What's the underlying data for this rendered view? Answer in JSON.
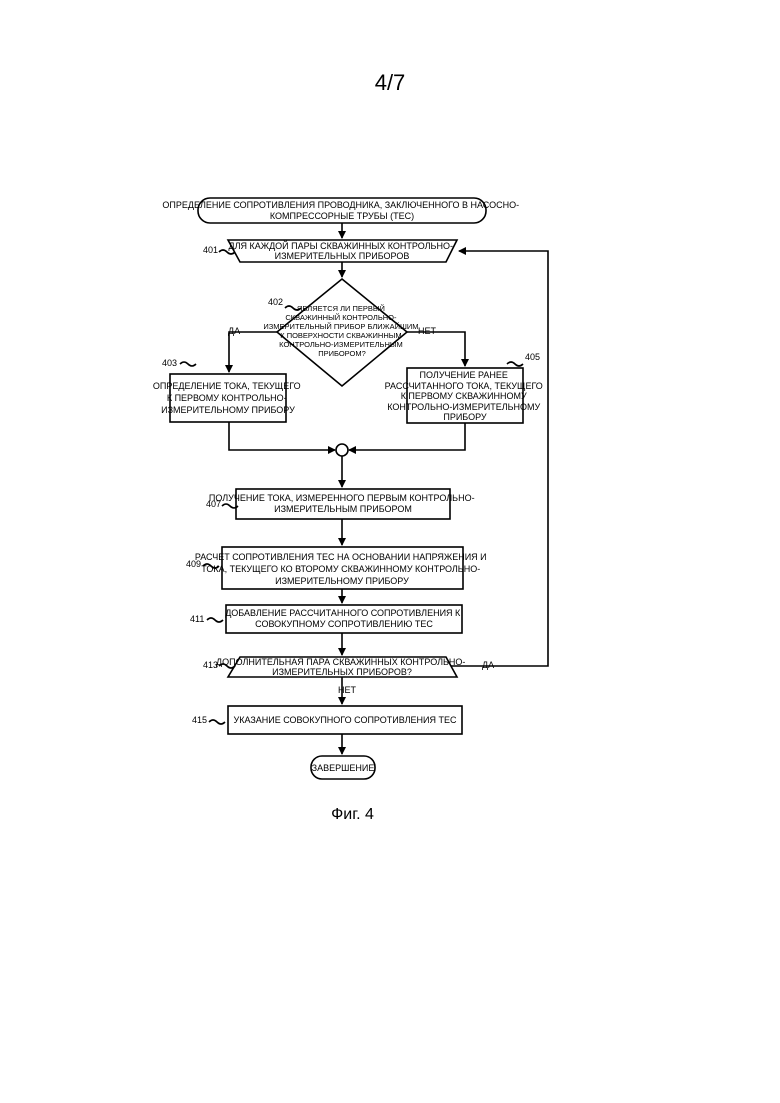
{
  "page_number": "4/7",
  "figure_caption": "Фиг. 4",
  "nodes": {
    "start": [
      "ОПРЕДЕЛЕНИЕ СОПРОТИВЛЕНИЯ ПРОВОДНИКА, ЗАКЛЮЧЕННОГО В НАСОСНО-",
      "КОМПРЕССОРНЫЕ ТРУБЫ (ТЕС)"
    ],
    "loop_start": [
      "ДЛЯ КАЖДОЙ ПАРЫ СКВАЖИННЫХ КОНТРОЛЬНО-",
      "ИЗМЕРИТЕЛЬНЫХ ПРИБОРОВ"
    ],
    "decision": [
      "ЯВЛЯЕТСЯ ЛИ ПЕРВЫЙ",
      "СКВАЖИННЫЙ КОНТРОЛЬНО-",
      "ИЗМЕРИТЕЛЬНЫЙ ПРИБОР БЛИЖАЙШИМ",
      "К ПОВЕРХНОСТИ СКВАЖИННЫМ",
      "КОНТРОЛЬНО-ИЗМЕРИТЕЛЬНЫМ",
      "ПРИБОРОМ?"
    ],
    "determine_current": [
      "ОПРЕДЕЛЕНИЕ ТОКА, ТЕКУЩЕГО",
      "К ПЕРВОМУ КОНТРОЛЬНО-",
      "ИЗМЕРИТЕЛЬНОМУ ПРИБОРУ"
    ],
    "get_previous": [
      "ПОЛУЧЕНИЕ РАНЕЕ",
      "РАССЧИТАННОГО ТОКА, ТЕКУЩЕГО",
      "К ПЕРВОМУ СКВАЖИННОМУ",
      "КОНТРОЛЬНО-ИЗМЕРИТЕЛЬНОМУ",
      "ПРИБОРУ"
    ],
    "get_measured": [
      "ПОЛУЧЕНИЕ ТОКА, ИЗМЕРЕННОГО ПЕРВЫМ КОНТРОЛЬНО-",
      "ИЗМЕРИТЕЛЬНЫМ ПРИБОРОМ"
    ],
    "calc": [
      "РАСЧЕТ СОПРОТИВЛЕНИЯ ТЕС НА ОСНОВАНИИ НАПРЯЖЕНИЯ И",
      "ТОКА, ТЕКУЩЕГО КО ВТОРОМУ СКВАЖИННОМУ КОНТРОЛЬНО-",
      "ИЗМЕРИТЕЛЬНОМУ ПРИБОРУ"
    ],
    "add": [
      "ДОБАВЛЕНИЕ РАССЧИТАННОГО СОПРОТИВЛЕНИЯ К",
      "СОВОКУПНОМУ СОПРОТИВЛЕНИЮ ТЕС"
    ],
    "loop_end": [
      "ДОПОЛНИТЕЛЬНАЯ ПАРА СКВАЖИННЫХ КОНТРОЛЬНО-",
      "ИЗМЕРИТЕЛЬНЫХ ПРИБОРОВ?"
    ],
    "indicate": [
      "УКАЗАНИЕ СОВОКУПНОГО СОПРОТИВЛЕНИЯ ТЕС"
    ],
    "end": [
      "ЗАВЕРШЕНИЕ"
    ]
  },
  "refs": {
    "r401": "401",
    "r402": "402",
    "r403": "403",
    "r405": "405",
    "r407": "407",
    "r409": "409",
    "r411": "411",
    "r413": "413",
    "r415": "415"
  },
  "edge_labels": {
    "yes_left": "ДА",
    "no_right": "НЕТ",
    "no_down": "НЕТ",
    "yes_loop": "ДА"
  }
}
